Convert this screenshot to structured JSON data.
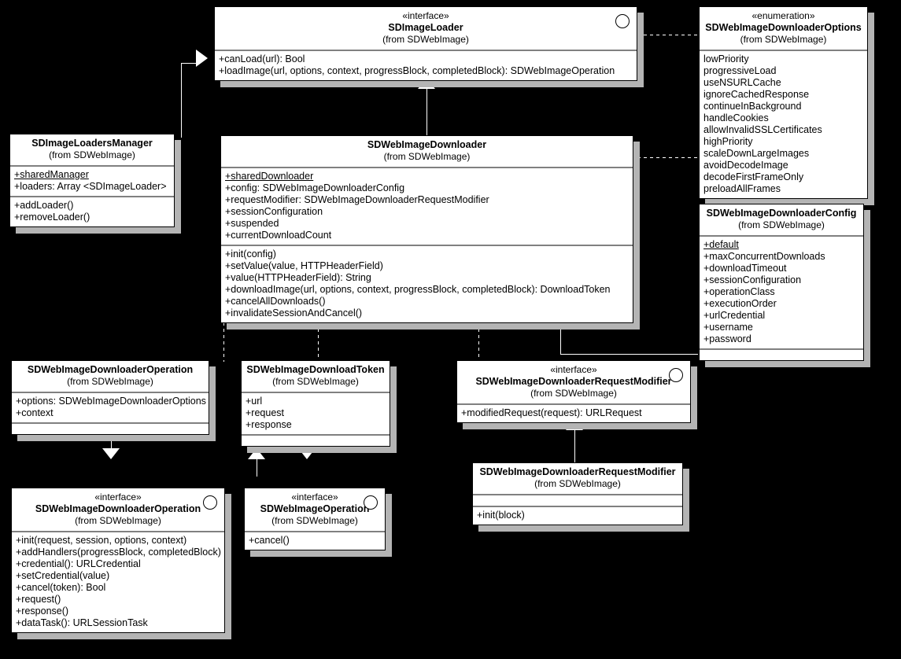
{
  "diagram": {
    "title": "SDWebImage downloader class diagram",
    "package": "(from SDWebImage)",
    "stereotype_interface": "«interface»",
    "stereotype_enumeration": "«enumeration»"
  },
  "classes": {
    "sdImageLoader": {
      "stereotype": "«interface»",
      "name": "SDImageLoader",
      "package": "(from SDWebImage)",
      "attributes": [],
      "operations": [
        "+canLoad(url): Bool",
        "+loadImage(url, options, context, progressBlock, completedBlock): SDWebImageOperation"
      ]
    },
    "downloaderOptions": {
      "stereotype": "«enumeration»",
      "name": "SDWebImageDownloaderOptions",
      "package": "(from SDWebImage)",
      "literals": [
        "lowPriority",
        "progressiveLoad",
        "useNSURLCache",
        "ignoreCachedResponse",
        "continueInBackground",
        "handleCookies",
        "allowInvalidSSLCertificates",
        "highPriority",
        "scaleDownLargeImages",
        "avoidDecodeImage",
        "decodeFirstFrameOnly",
        "preloadAllFrames"
      ]
    },
    "loadersManager": {
      "stereotype": "",
      "name": "SDImageLoadersManager",
      "package": "(from SDWebImage)",
      "attributes": [
        "+sharedManager",
        "+loaders: Array <SDImageLoader>"
      ],
      "attributes_static": [
        true,
        false
      ],
      "operations": [
        "+addLoader()",
        "+removeLoader()"
      ]
    },
    "downloader": {
      "stereotype": "",
      "name": "SDWebImageDownloader",
      "package": "(from SDWebImage)",
      "attributes": [
        "+sharedDownloader",
        "+config: SDWebImageDownloaderConfig",
        "+requestModifier: SDWebImageDownloaderRequestModifier",
        "+sessionConfiguration",
        "+suspended",
        "+currentDownloadCount"
      ],
      "attributes_static": [
        true,
        false,
        false,
        false,
        false,
        false
      ],
      "operations": [
        "+init(config)",
        "+setValue(value, HTTPHeaderField)",
        "+value(HTTPHeaderField): String",
        "+downloadImage(url, options, context, progressBlock, completedBlock): DownloadToken",
        "+cancelAllDownloads()",
        "+invalidateSessionAndCancel()"
      ]
    },
    "downloaderConfig": {
      "stereotype": "",
      "name": "SDWebImageDownloaderConfig",
      "package": "(from SDWebImage)",
      "attributes": [
        "+default",
        "+maxConcurrentDownloads",
        "+downloadTimeout",
        "+sessionConfiguration",
        "+operationClass",
        "+executionOrder",
        "+urlCredential",
        "+username",
        "+password"
      ],
      "attributes_static": [
        true,
        false,
        false,
        false,
        false,
        false,
        false,
        false,
        false
      ],
      "operations": []
    },
    "downloaderOperationClass": {
      "stereotype": "",
      "name": "SDWebImageDownloaderOperation",
      "package": "(from SDWebImage)",
      "attributes": [
        "+options: SDWebImageDownloaderOptions",
        "+context"
      ],
      "operations": []
    },
    "downloadToken": {
      "stereotype": "",
      "name": "SDWebImageDownloadToken",
      "package": "(from SDWebImage)",
      "attributes": [
        "+url",
        "+request",
        "+response"
      ],
      "operations": []
    },
    "requestModifierInterface": {
      "stereotype": "«interface»",
      "name": "SDWebImageDownloaderRequestModifier",
      "package": "(from SDWebImage)",
      "operations": [
        "+modifiedRequest(request): URLRequest"
      ]
    },
    "downloaderOperationInterface": {
      "stereotype": "«interface»",
      "name": "SDWebImageDownloaderOperation",
      "package": "(from SDWebImage)",
      "operations": [
        "+init(request, session, options, context)",
        "+addHandlers(progressBlock, completedBlock)",
        "+credential(): URLCredential",
        "+setCredential(value)",
        "+cancel(token): Bool",
        "+request()",
        "+response()",
        "+dataTask(): URLSessionTask"
      ]
    },
    "imageOperationInterface": {
      "stereotype": "«interface»",
      "name": "SDWebImageOperation",
      "package": "(from SDWebImage)",
      "operations": [
        "+cancel()"
      ]
    },
    "requestModifierClass": {
      "stereotype": "",
      "name": "SDWebImageDownloaderRequestModifier",
      "package": "(from SDWebImage)",
      "attributes": [],
      "operations": [
        "+init(block)"
      ]
    }
  },
  "colors": {
    "background": "#000000",
    "box_fill": "#ffffff",
    "box_border": "#000000",
    "shadow": "#b4b4b4",
    "separator": "#808080",
    "line": "#ffffff"
  }
}
